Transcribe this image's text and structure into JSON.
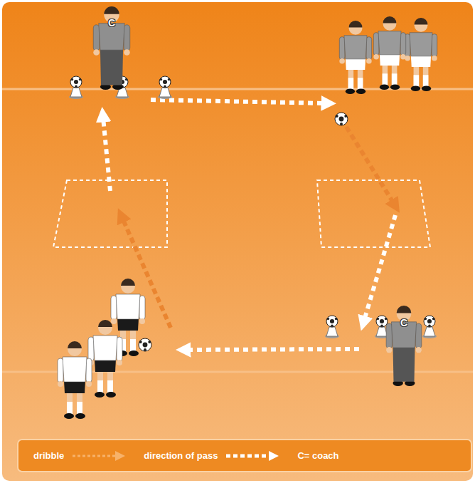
{
  "diagram": {
    "labels": [
      "C",
      "C"
    ],
    "legend": [
      {
        "text": "dribble"
      },
      {
        "text": "direction of pass"
      },
      {
        "text": "C= coach"
      }
    ]
  }
}
